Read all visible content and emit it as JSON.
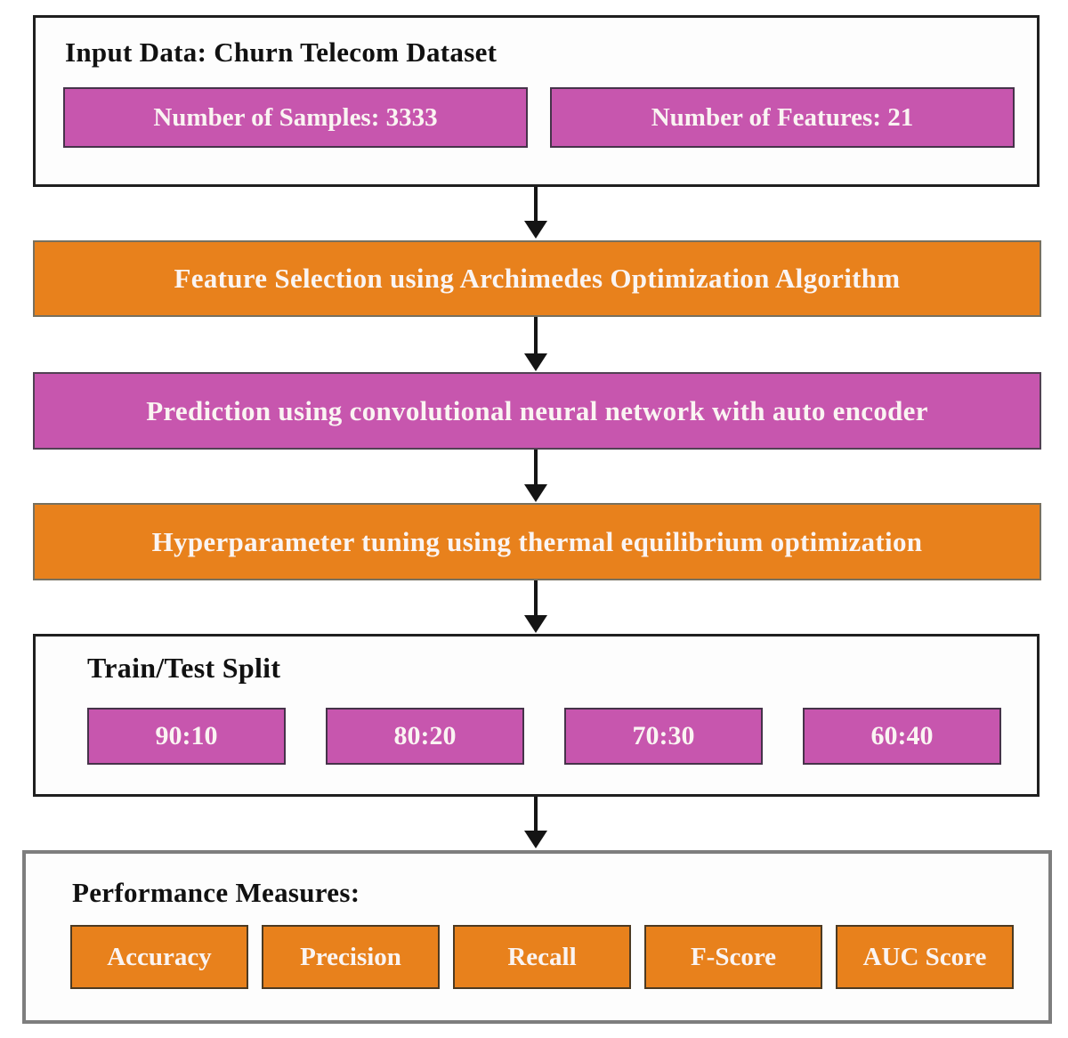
{
  "colors": {
    "magenta": "#C756AE",
    "orange": "#E8811C",
    "outline_border": "#1f1f1f",
    "performance_border": "#7e7e7e",
    "arrow": "#141414",
    "pill_text": "#FAF4F2",
    "title_text": "#111111"
  },
  "input_section": {
    "title": "Input Data: Churn Telecom Dataset",
    "items": [
      {
        "label": "Number of Samples: 3333"
      },
      {
        "label": "Number of Features: 21"
      }
    ]
  },
  "steps": [
    {
      "label": "Feature Selection using Archimedes Optimization Algorithm",
      "color": "orange"
    },
    {
      "label": "Prediction using convolutional neural network with auto encoder",
      "color": "magenta"
    },
    {
      "label": "Hyperparameter tuning using thermal equilibrium optimization",
      "color": "orange"
    }
  ],
  "split_section": {
    "title": "Train/Test Split",
    "ratios": [
      "90:10",
      "80:20",
      "70:30",
      "60:40"
    ]
  },
  "performance_section": {
    "title": "Performance Measures:",
    "measures": [
      "Accuracy",
      "Precision",
      "Recall",
      "F-Score",
      "AUC Score"
    ]
  }
}
